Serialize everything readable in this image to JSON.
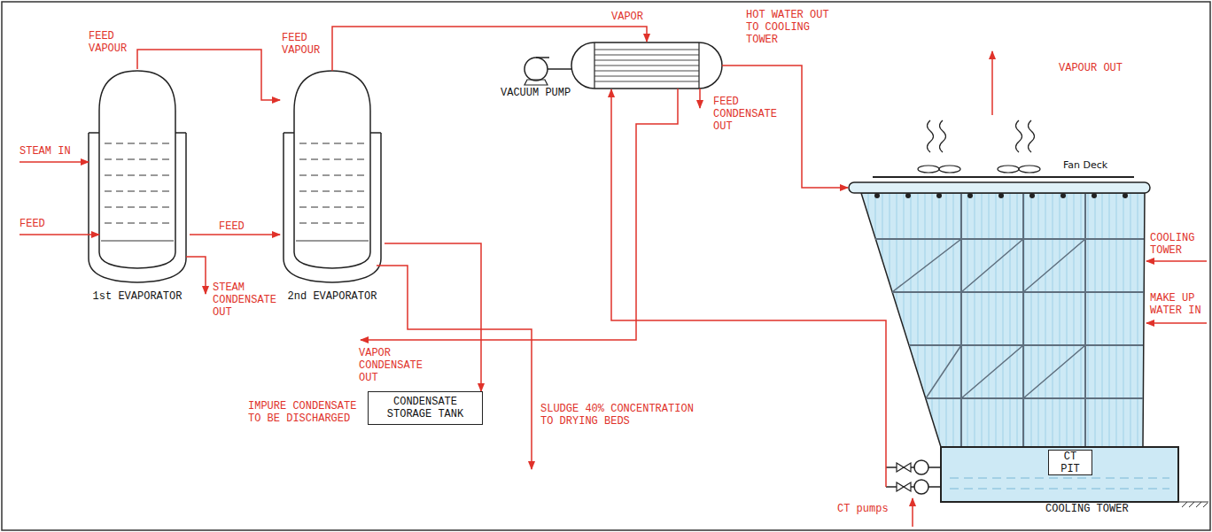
{
  "diagram": {
    "nodes": [
      {
        "text": [
          "1st EVAPORATOR"
        ]
      },
      {
        "text": [
          "2nd EVAPORATOR"
        ]
      },
      {
        "text": [
          "CONDENSATE STORAGE TANK"
        ]
      },
      {
        "text": [
          "Fan Deck",
          "COOLING TOWER"
        ]
      },
      {
        "text": [
          "CT PIT"
        ],
        "in": 3
      }
    ],
    "edges": [
      {
        "from": 0,
        "to": 1,
        "arrow": "to",
        "label": "FEED"
      },
      {
        "from": 0,
        "to": 1,
        "arrow": "to",
        "label": "FEED VAPOUR"
      },
      {
        "from": 1,
        "to": 2,
        "arrow": "to"
      }
    ],
    "labels": [
      "STEAM IN",
      "FEED",
      "STEAM CONDENSATE OUT",
      "FEED VAPOUR",
      "VAPOR",
      "VACUUM PUMP",
      "HOT WATER OUT TO COOLING TOWER",
      "FEED CONDENSATE OUT",
      "VAPOR CONDENSATE OUT",
      "IMPURE CONDENSATE TO BE DISCHARGED",
      "SLUDGE 40% CONCENTRATION TO DRYING BEDS",
      "VAPOUR OUT",
      "COOLING TOWER",
      "MAKE UP WATER IN",
      "CT pumps"
    ]
  }
}
